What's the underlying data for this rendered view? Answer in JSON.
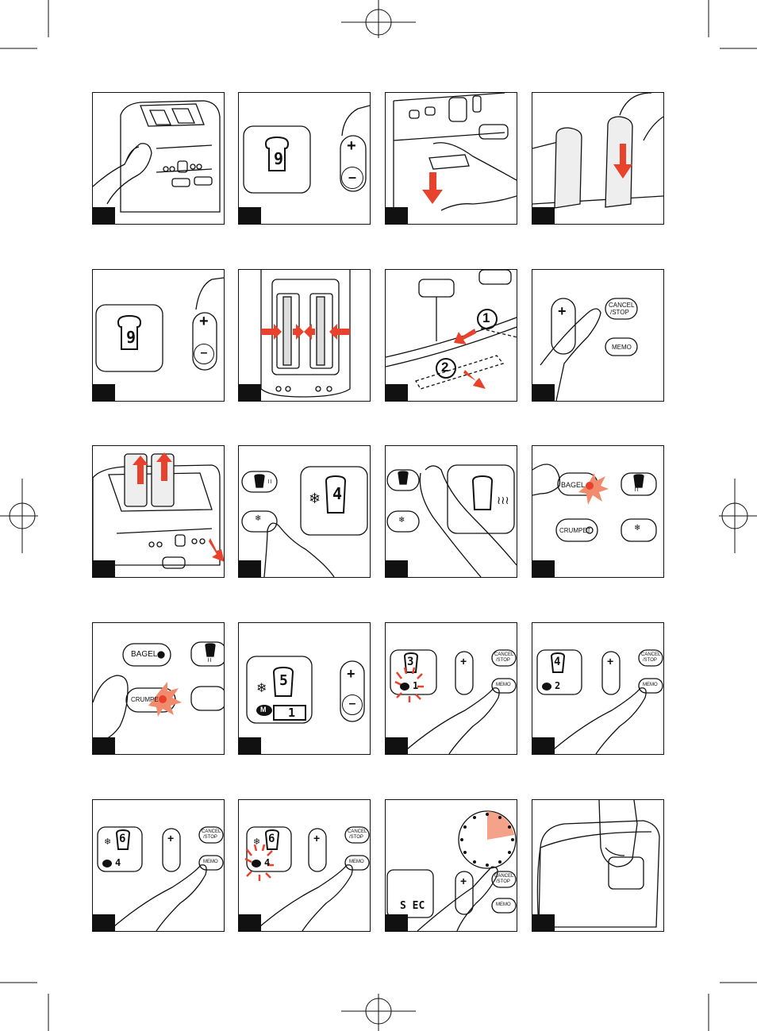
{
  "colors": {
    "ink": "#111111",
    "accent": "#e8412c",
    "accent_light": "#f28b6e",
    "paper": "#ffffff"
  },
  "icons": {
    "registration_mark": "crosshair-circle-icon",
    "toast_slice": "bread-slice-icon",
    "frozen": "snowflake-icon",
    "reheat": "steam-icon",
    "arrow": "red-arrow-icon"
  },
  "labels": {
    "plus": "+",
    "minus": "–",
    "cancel_stop_line1": "CANCEL",
    "cancel_stop_line2": "/STOP",
    "memo": "MEMO",
    "bagel": "BAGEL",
    "crumpet": "CRUMPET",
    "crumpet_cropped": "CRUMPE",
    "sec": "S EC",
    "mem_badge": "M"
  },
  "display_values": {
    "p2": "9",
    "p5": "9",
    "p10": "4",
    "p14": "5",
    "p14_mem": "1",
    "p15": "3",
    "p15_mem": "1",
    "p16": "4",
    "p16_mem": "2",
    "p17": "6",
    "p17_mem": "4",
    "p18": "6",
    "p18_mem": "4"
  },
  "callouts": {
    "one": "1",
    "two": "2"
  }
}
